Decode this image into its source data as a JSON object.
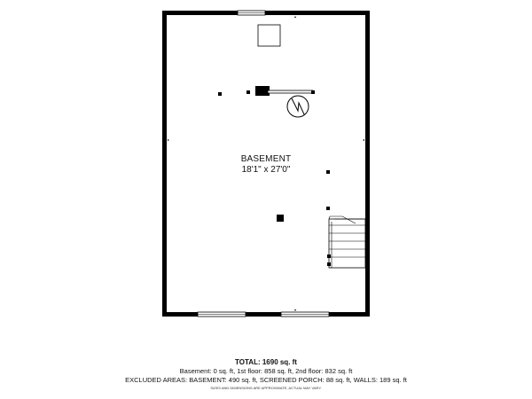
{
  "room": {
    "name": "BASEMENT",
    "dimensions": "18'1\" x 27'0\""
  },
  "summary": {
    "total": "TOTAL: 1690 sq. ft",
    "floors": "Basement: 0 sq. ft, 1st floor: 858 sq. ft, 2nd floor: 832 sq. ft",
    "excluded": "EXCLUDED AREAS: BASEMENT: 490 sq. ft, SCREENED PORCH: 88 sq. ft, WALLS: 189 sq. ft",
    "disclaimer": "SIZES AND DIMENSIONS ARE APPROXIMATE, ACTUAL MAY VARY."
  },
  "colors": {
    "wall": "#000000",
    "fixture": "#000000",
    "window": "#ffffff"
  },
  "icons": {
    "water_heater": "water-heater-icon",
    "stairs": "staircase-icon"
  }
}
